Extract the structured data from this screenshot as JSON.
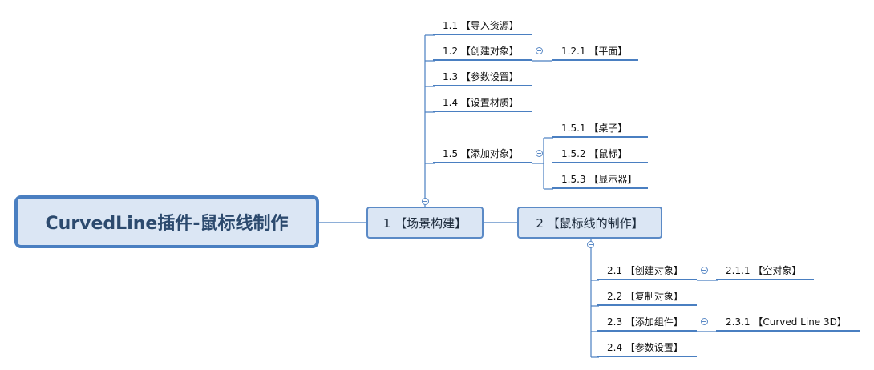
{
  "root": {
    "label": "CurvedLine插件-鼠标线制作"
  },
  "branch1": {
    "label": "1 【场景构建】",
    "children": [
      {
        "label": "1.1 【导入资源】"
      },
      {
        "label": "1.2 【创建对象】",
        "children": [
          {
            "label": "1.2.1 【平面】"
          }
        ]
      },
      {
        "label": "1.3 【参数设置】"
      },
      {
        "label": "1.4 【设置材质】"
      },
      {
        "label": "1.5 【添加对象】",
        "children": [
          {
            "label": "1.5.1 【桌子】"
          },
          {
            "label": "1.5.2 【鼠标】"
          },
          {
            "label": "1.5.3 【显示器】"
          }
        ]
      }
    ]
  },
  "branch2": {
    "label": "2 【鼠标线的制作】",
    "children": [
      {
        "label": "2.1 【创建对象】",
        "children": [
          {
            "label": "2.1.1 【空对象】"
          }
        ]
      },
      {
        "label": "2.2 【复制对象】"
      },
      {
        "label": "2.3 【添加组件】",
        "children": [
          {
            "label": "2.3.1 【Curved Line 3D】"
          }
        ]
      },
      {
        "label": "2.4 【参数设置】"
      }
    ]
  },
  "colors": {
    "line": "#4a7fc1",
    "node_fill": "#dbe6f4",
    "root_border": "#4a7fc1"
  },
  "icons": {
    "collapse": "collapse-minus-icon"
  }
}
